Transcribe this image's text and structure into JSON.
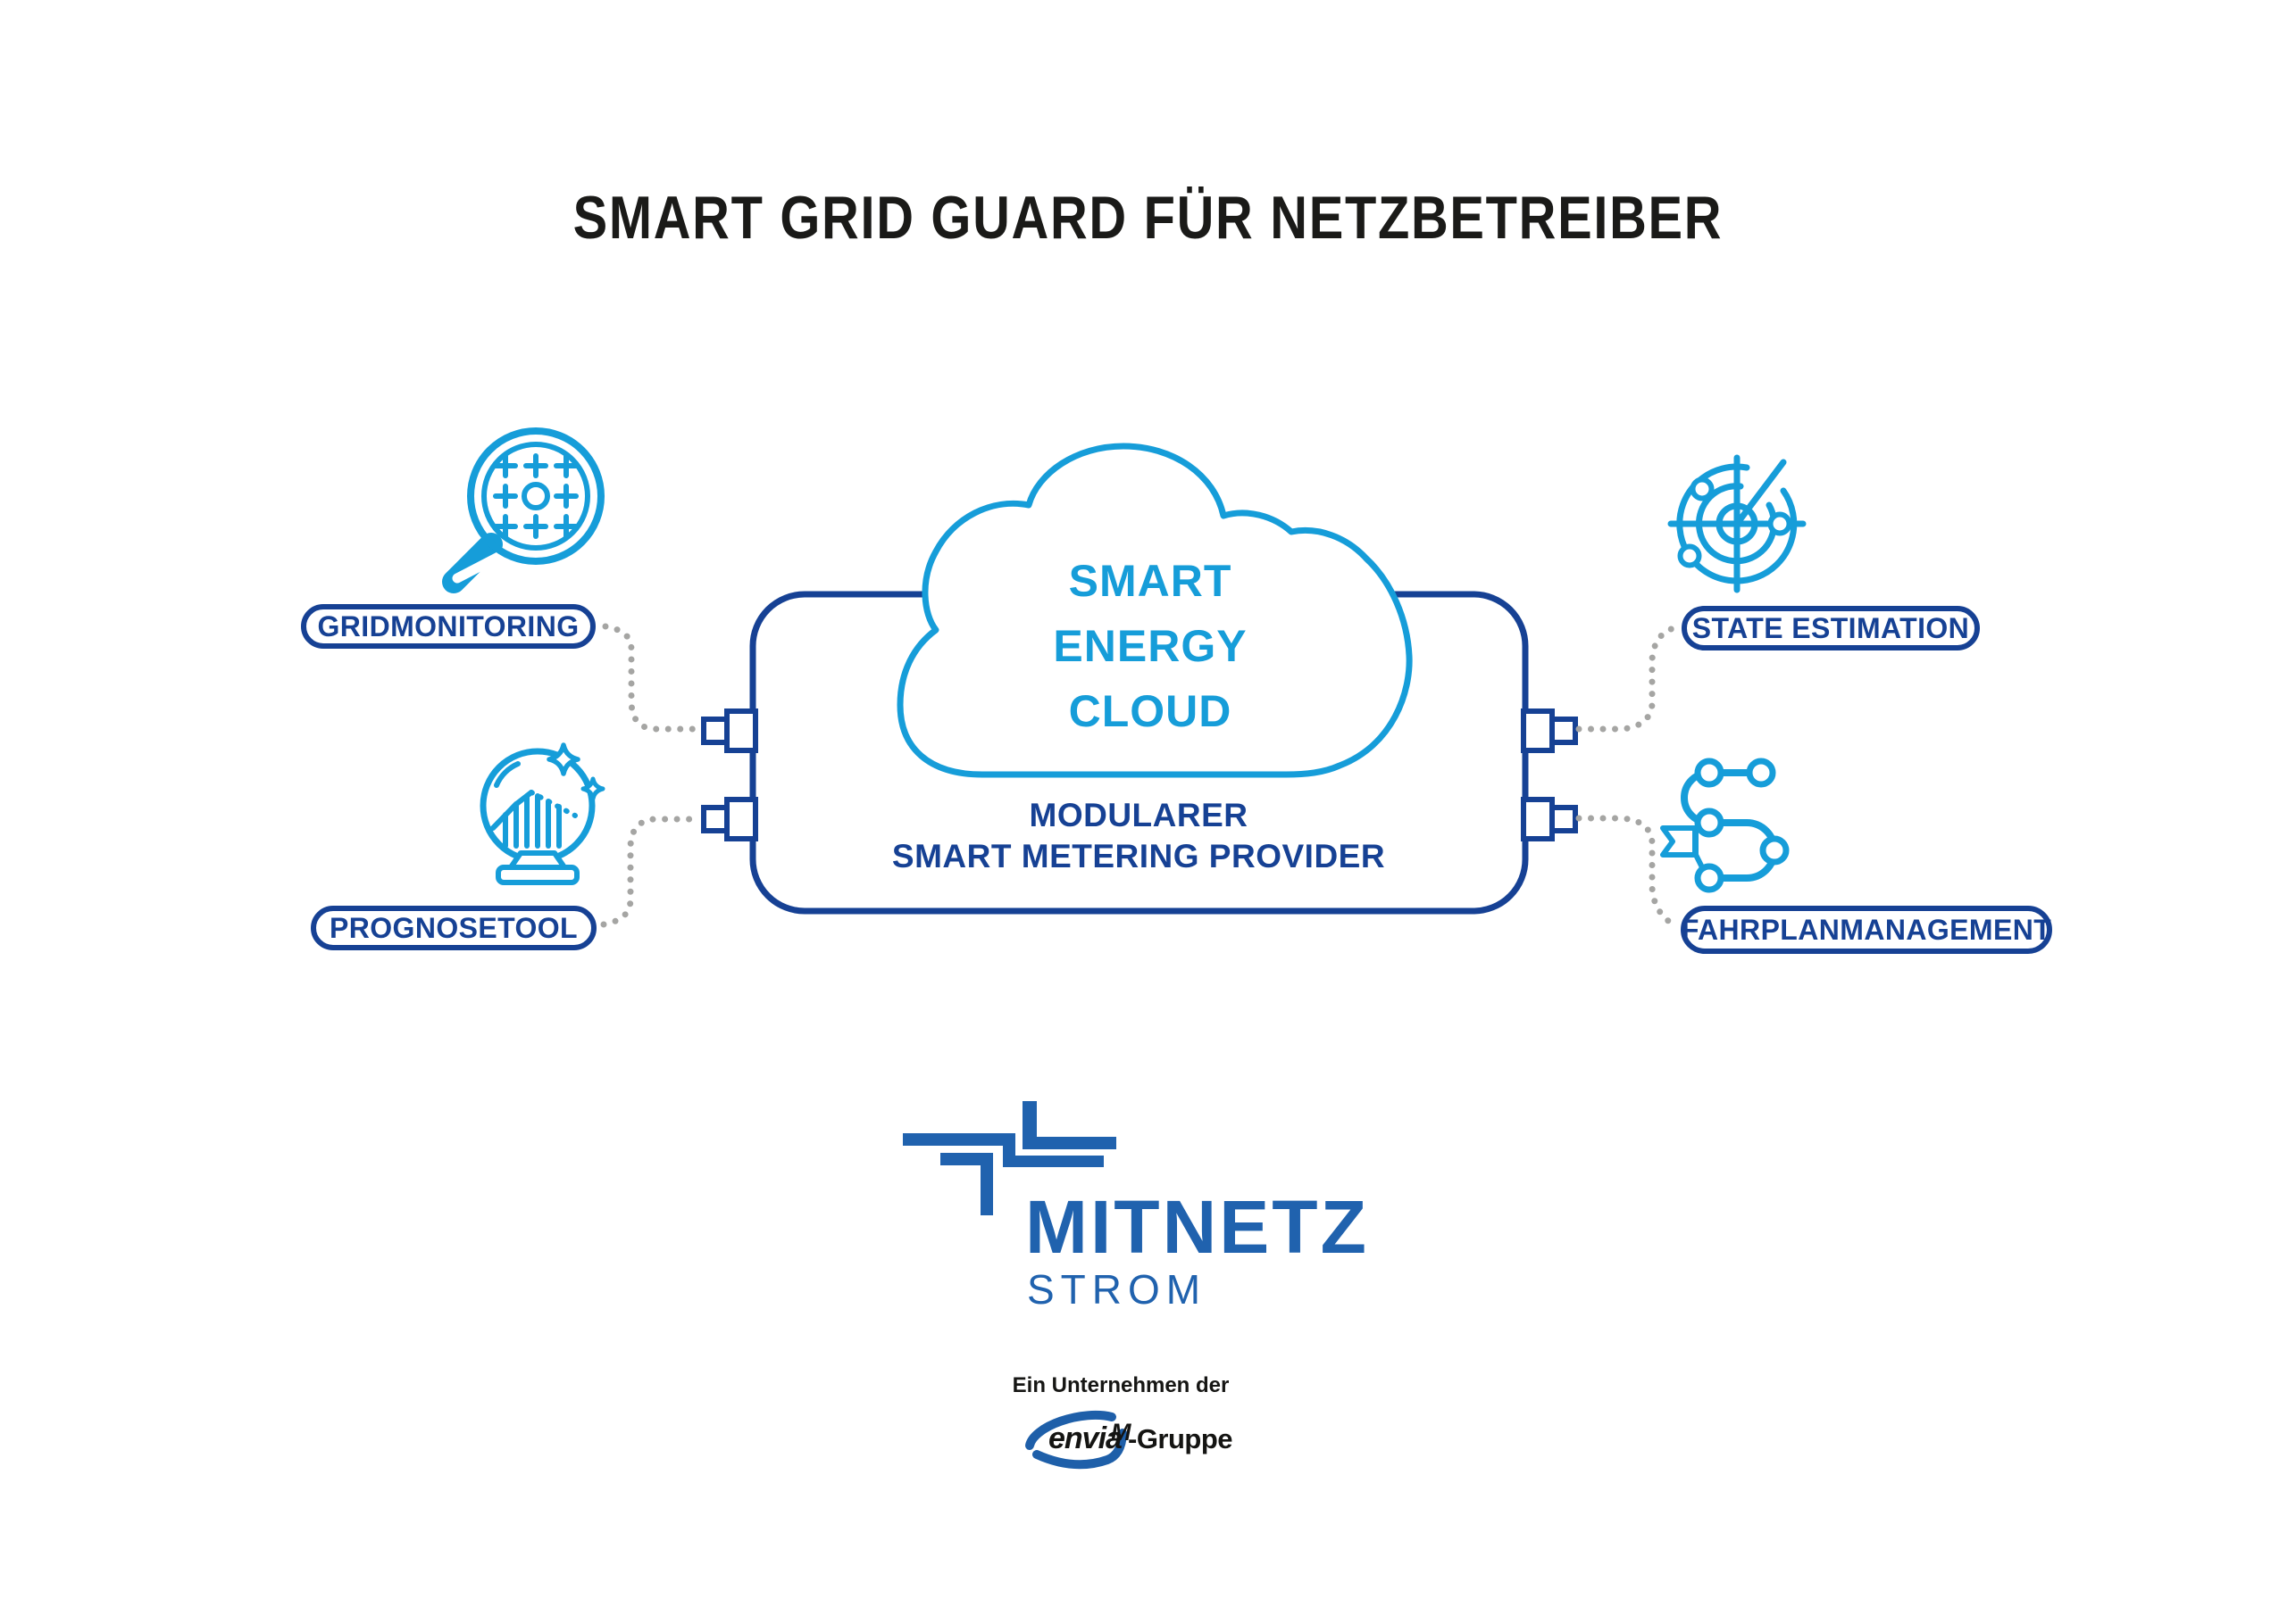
{
  "title": "SMART GRID GUARD FÜR NETZBETREIBER",
  "cloud": {
    "lines": [
      "SMART",
      "ENERGY",
      "CLOUD"
    ]
  },
  "provider": {
    "lines": [
      "MODULARER",
      "SMART METERING PROVIDER"
    ]
  },
  "modules": {
    "gridmonitoring": {
      "label": "GRIDMONITORING",
      "icon": "grid-magnifier-icon"
    },
    "prognosetool": {
      "label": "PROGNOSETOOL",
      "icon": "crystal-ball-chart-icon"
    },
    "state_estimation": {
      "label": "STATE ESTIMATION",
      "icon": "radar-icon"
    },
    "fahrplanmanagement": {
      "label": "FAHRPLANMANAGEMENT",
      "icon": "route-flag-icon"
    }
  },
  "footer": {
    "brand": "MITNETZ",
    "brand_sub": "STROM",
    "tagline": "Ein Unternehmen der",
    "group": {
      "name": "envia",
      "m": "M",
      "suffix": "-Gruppe"
    }
  },
  "colors": {
    "dark_blue": "#164194",
    "light_blue": "#169dd9",
    "brand_blue": "#2062ae",
    "swoosh_blue": "#1e5fa9",
    "dot_gray": "#a5a5a3",
    "title_black": "#1a1a18",
    "background": "#ffffff"
  }
}
